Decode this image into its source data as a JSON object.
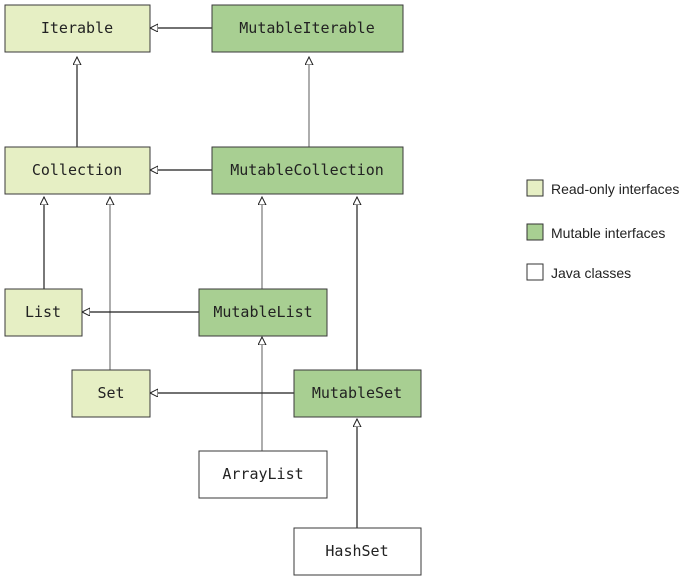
{
  "colors": {
    "read_only": "#e6efc4",
    "mutable": "#a8cf92",
    "java": "#ffffff",
    "stroke": "#333333"
  },
  "nodes": {
    "iterable": {
      "label": "Iterable",
      "kind": "read_only"
    },
    "mutable_iterable": {
      "label": "MutableIterable",
      "kind": "mutable"
    },
    "collection": {
      "label": "Collection",
      "kind": "read_only"
    },
    "mutable_collection": {
      "label": "MutableCollection",
      "kind": "mutable"
    },
    "list": {
      "label": "List",
      "kind": "read_only"
    },
    "mutable_list": {
      "label": "MutableList",
      "kind": "mutable"
    },
    "set": {
      "label": "Set",
      "kind": "read_only"
    },
    "mutable_set": {
      "label": "MutableSet",
      "kind": "mutable"
    },
    "array_list": {
      "label": "ArrayList",
      "kind": "java"
    },
    "hash_set": {
      "label": "HashSet",
      "kind": "java"
    }
  },
  "legend": {
    "read_only": "Read-only interfaces",
    "mutable": "Mutable interfaces",
    "java": "Java classes"
  }
}
